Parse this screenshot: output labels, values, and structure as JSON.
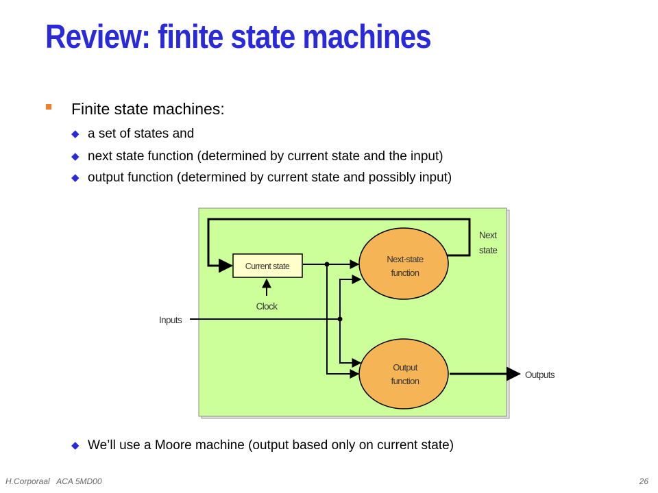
{
  "slide": {
    "title": "Review:  finite state machines",
    "bullet": "Finite state machines:",
    "sub_bullets": [
      "a set of states and",
      "next state function (determined by current state and the input)",
      "output function (determined by current state and possibly input)"
    ],
    "final_bullet": "We’ll use a Moore machine (output based only on current state)",
    "footer_left": "H.Corporaal   ACA 5MD00",
    "page_number": "26"
  },
  "diagram": {
    "current_state": "Current state",
    "next_state_fn_line1": "Next-state",
    "next_state_fn_line2": "function",
    "output_fn_line1": "Output",
    "output_fn_line2": "function",
    "clock": "Clock",
    "inputs": "Inputs",
    "outputs": "Outputs",
    "next_line1": "Next",
    "next_line2": "state"
  },
  "colors": {
    "title": "#2a2ad8",
    "bullet": "#f07f2a",
    "sub_bullet": "#2a2ad8",
    "panel_fill": "#ccff99",
    "function_fill": "#f5b557",
    "state_fill": "#ffffcc"
  },
  "icons": {
    "bullet": "orange-square",
    "sub_bullet": "blue-diamond"
  }
}
